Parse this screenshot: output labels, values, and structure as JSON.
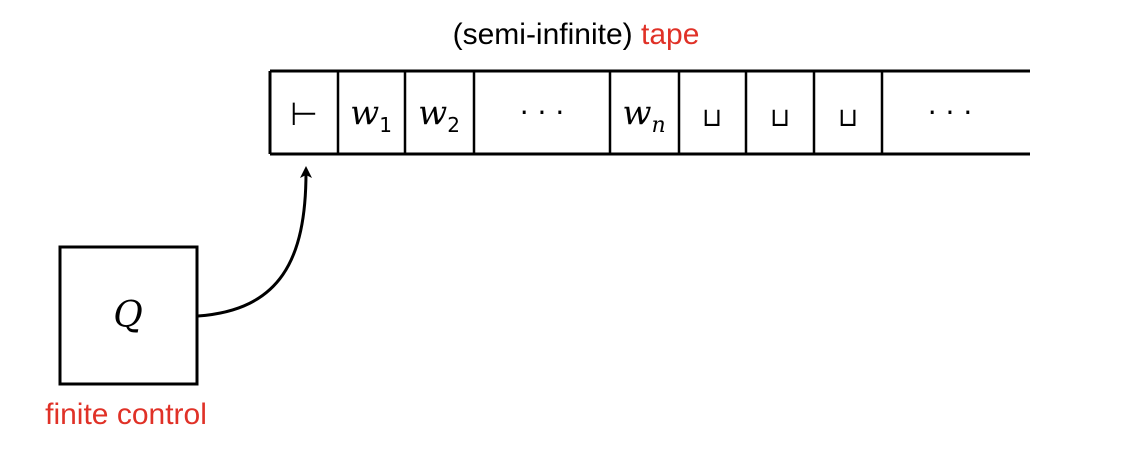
{
  "title": {
    "prefix": "(semi-infinite) ",
    "highlight": "tape"
  },
  "tape": {
    "cells": [
      {
        "id": "left-endmarker",
        "symbol": "⊢",
        "kind": "symbol"
      },
      {
        "id": "w1",
        "base": "w",
        "sub": "1",
        "kind": "math"
      },
      {
        "id": "w2",
        "base": "w",
        "sub": "2",
        "kind": "math"
      },
      {
        "id": "ellipsis-input",
        "symbol": "· · ·",
        "kind": "symbol"
      },
      {
        "id": "wn",
        "base": "w",
        "sub": "n",
        "kind": "math"
      },
      {
        "id": "blank-1",
        "symbol": "⊔",
        "kind": "symbol"
      },
      {
        "id": "blank-2",
        "symbol": "⊔",
        "kind": "symbol"
      },
      {
        "id": "blank-3",
        "symbol": "⊔",
        "kind": "symbol"
      },
      {
        "id": "ellipsis-blanks",
        "symbol": "· · ·",
        "kind": "symbol"
      }
    ]
  },
  "control": {
    "state": "Q",
    "label": "finite control"
  },
  "colors": {
    "accent": "#e03127",
    "ink": "#000000"
  }
}
